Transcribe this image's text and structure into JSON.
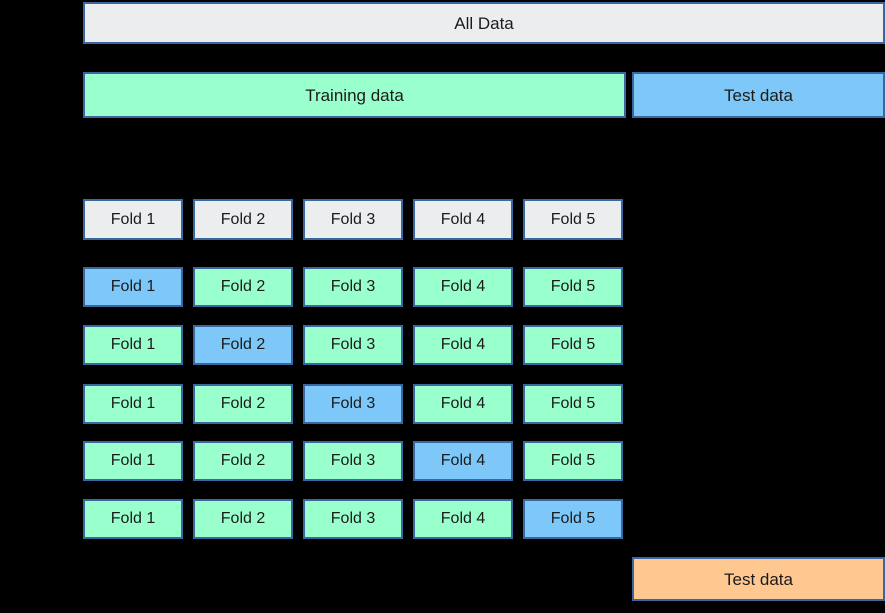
{
  "colors": {
    "background": "#000000",
    "border": "#38689F",
    "neutral": "#ECEDEF",
    "train": "#99FFCC",
    "test": "#7DC8F8",
    "final": "#FFC891",
    "text": "#1B1B1B"
  },
  "all_data": {
    "label": "All Data"
  },
  "train_test_split": {
    "training_label": "Training data",
    "test_label": "Test data"
  },
  "fold_headers": [
    "Fold 1",
    "Fold 2",
    "Fold 3",
    "Fold 4",
    "Fold 5"
  ],
  "cv_splits": [
    {
      "test_fold": "Fold 1",
      "cells": [
        "Fold 1",
        "Fold 2",
        "Fold 3",
        "Fold 4",
        "Fold 5"
      ]
    },
    {
      "test_fold": "Fold 2",
      "cells": [
        "Fold 1",
        "Fold 2",
        "Fold 3",
        "Fold 4",
        "Fold 5"
      ]
    },
    {
      "test_fold": "Fold 3",
      "cells": [
        "Fold 1",
        "Fold 2",
        "Fold 3",
        "Fold 4",
        "Fold 5"
      ]
    },
    {
      "test_fold": "Fold 4",
      "cells": [
        "Fold 1",
        "Fold 2",
        "Fold 3",
        "Fold 4",
        "Fold 5"
      ]
    },
    {
      "test_fold": "Fold 5",
      "cells": [
        "Fold 1",
        "Fold 2",
        "Fold 3",
        "Fold 4",
        "Fold 5"
      ]
    }
  ],
  "final_evaluation": {
    "test_label": "Test data"
  }
}
